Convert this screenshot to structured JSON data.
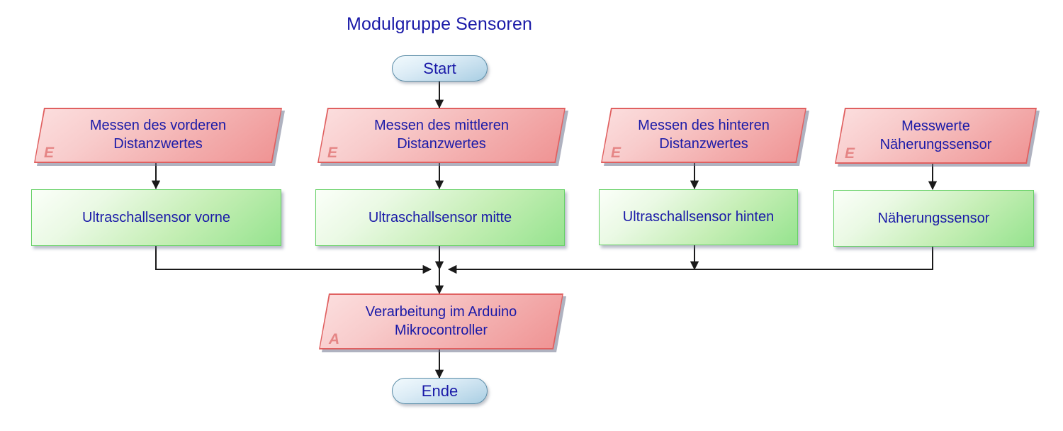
{
  "diagram": {
    "title": "Modulgruppe Sensoren",
    "title_color": "#1a1aa8",
    "text_color": "#1a1aa8",
    "io_shape_color": "#f2a8a8",
    "process_shape_color": "#95e38e",
    "terminator_color": "#bcd9ea",
    "connector_color": "#1a1a1a"
  },
  "nodes": {
    "start": {
      "label": "Start",
      "type": "terminator"
    },
    "end": {
      "label": "Ende",
      "type": "terminator"
    },
    "io": [
      {
        "label": "Messen des vorderen\nDistanzwertes",
        "marker": "E",
        "type": "input"
      },
      {
        "label": "Messen des mittleren\nDistanzwertes",
        "marker": "E",
        "type": "input"
      },
      {
        "label": "Messen des hinteren\nDistanzwertes",
        "marker": "E",
        "type": "input"
      },
      {
        "label": "Messwerte\nNäherungssensor",
        "marker": "E",
        "type": "input"
      }
    ],
    "process": [
      {
        "label": "Ultraschallsensor vorne"
      },
      {
        "label": "Ultraschallsensor mitte"
      },
      {
        "label": "Ultraschallsensor hinten"
      },
      {
        "label": "Näherungssensor"
      }
    ],
    "output": {
      "label": "Verarbeitung im Arduino\nMikrocontroller",
      "marker": "A",
      "type": "output"
    }
  }
}
